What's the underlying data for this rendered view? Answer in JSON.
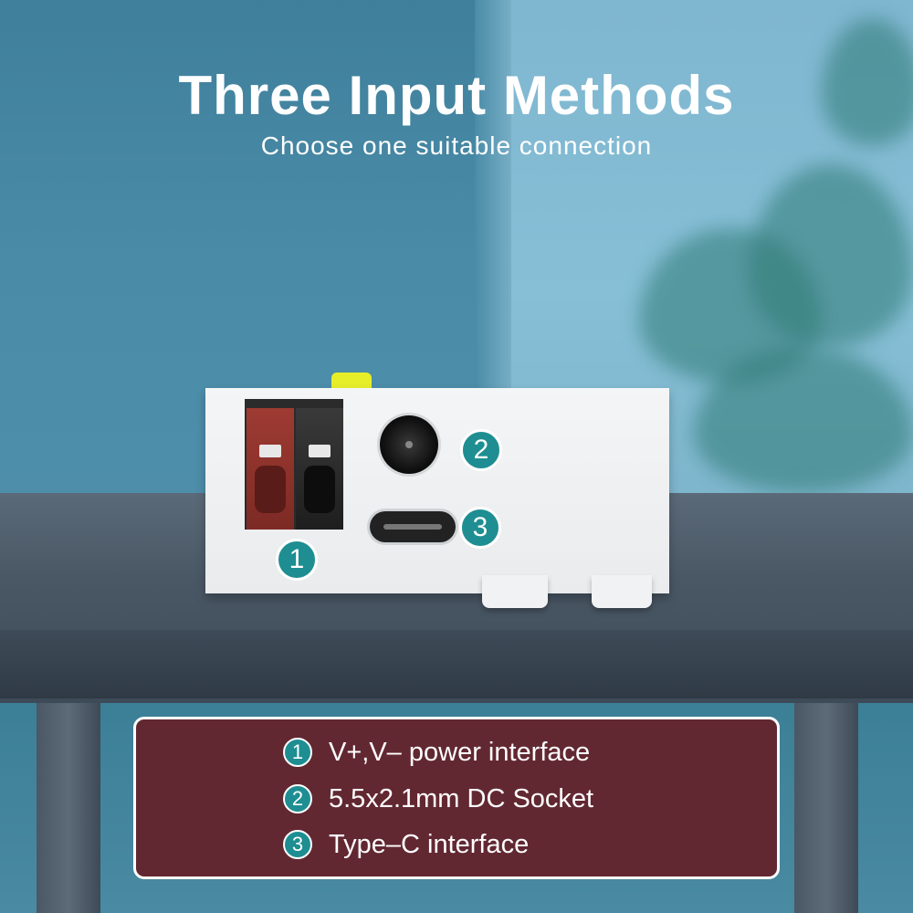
{
  "header": {
    "title": "Three Input Methods",
    "subtitle": "Choose one suitable connection"
  },
  "device": {
    "callouts": [
      "1",
      "2",
      "3"
    ]
  },
  "legend": {
    "items": [
      {
        "number": "1",
        "label": "V+,V– power interface"
      },
      {
        "number": "2",
        "label": "5.5x2.1mm DC Socket"
      },
      {
        "number": "3",
        "label": "Type–C interface"
      }
    ]
  },
  "colors": {
    "accent_teal": "#1e8e92",
    "panel_maroon": "#622832",
    "yellow_tab": "#e6ee2a"
  }
}
